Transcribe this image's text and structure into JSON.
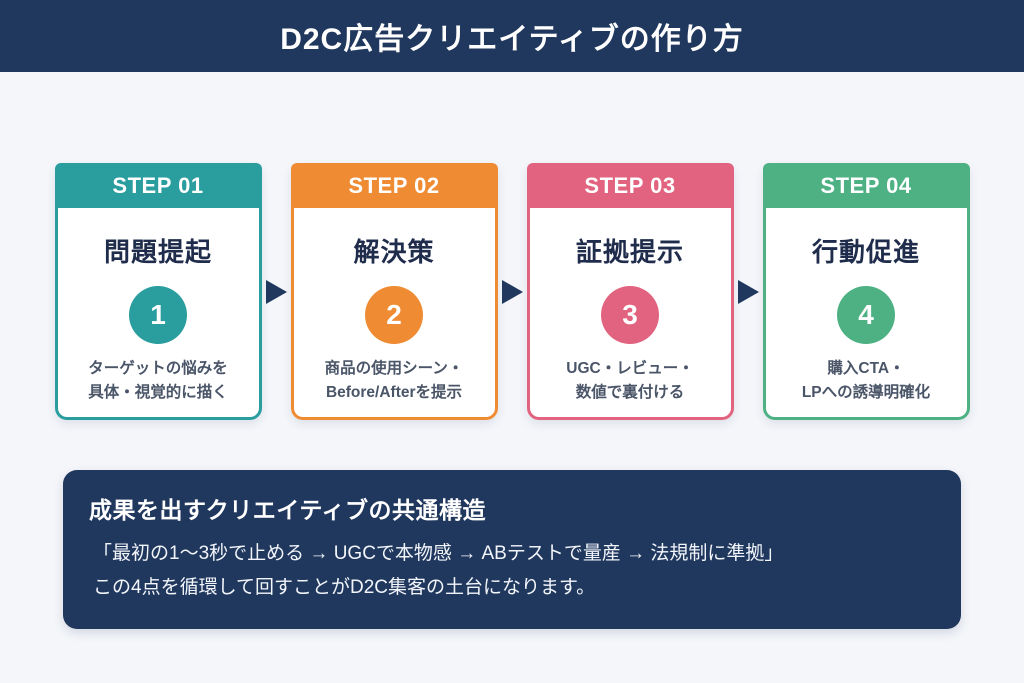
{
  "page": {
    "title": "D2C広告クリエイティブの作り方",
    "background_color": "#F4F6FA",
    "navy_color": "#21385E"
  },
  "steps": [
    {
      "step_label": "STEP 01",
      "number": "1",
      "title": "問題提起",
      "description_line1": "ターゲットの悩みを",
      "description_line2": "具体・視覚的に描く",
      "color": "#2A9D9F"
    },
    {
      "step_label": "STEP 02",
      "number": "2",
      "title": "解決策",
      "description_line1": "商品の使用シーン・",
      "description_line2": "Before/Afterを提示",
      "color": "#EE8B33"
    },
    {
      "step_label": "STEP 03",
      "number": "3",
      "title": "証拠提示",
      "description_line1": "UGC・レビュー・",
      "description_line2": "数値で裏付ける",
      "color": "#E2637F"
    },
    {
      "step_label": "STEP 04",
      "number": "4",
      "title": "行動促進",
      "description_line1": "購入CTA・",
      "description_line2": "LPへの誘導明確化",
      "color": "#4DB183"
    }
  ],
  "summary": {
    "heading": "成果を出すクリエイティブの共通構造",
    "line1": "「最初の1〜3秒で止める → UGCで本物感 → ABテストで量産 → 法規制に準拠」",
    "line2": "この4点を循環して回すことがD2C集客の土台になります。"
  }
}
